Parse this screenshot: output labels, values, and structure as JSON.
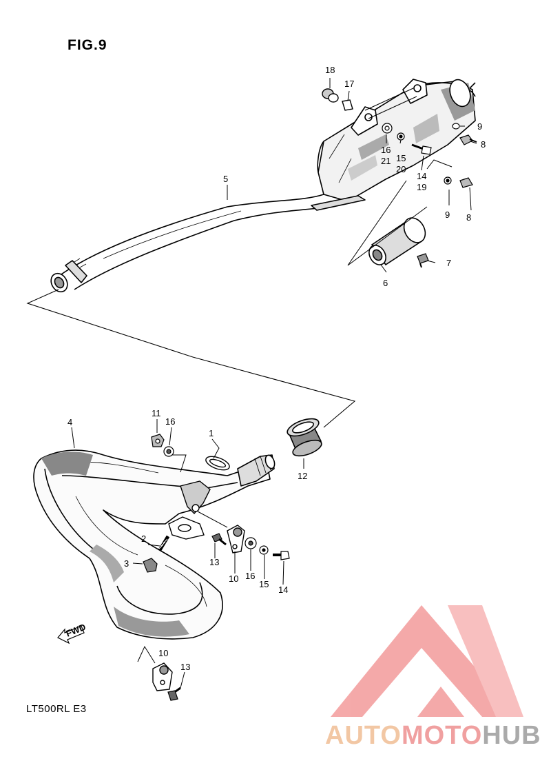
{
  "figure": {
    "title": "FIG.9",
    "model": "LT500RL  E3",
    "fwd_label": "FWD"
  },
  "callouts": {
    "c1": "1",
    "c2": "2",
    "c3": "3",
    "c4": "4",
    "c5": "5",
    "c6": "6",
    "c7": "7",
    "c8a": "8",
    "c8b": "8",
    "c9a": "9",
    "c9b": "9",
    "c10a": "10",
    "c10b": "10",
    "c11": "11",
    "c12": "12",
    "c13a": "13",
    "c13b": "13",
    "c14a": "14",
    "c14b": "14",
    "c15a": "15",
    "c15b": "15",
    "c16a": "16",
    "c16b": "16",
    "c16c": "16",
    "c17": "17",
    "c18": "18",
    "c19": "19",
    "c20": "20",
    "c21": "21"
  },
  "watermark": {
    "part1": "AUTO",
    "part2": "MOTO",
    "part3": "HUB",
    "colors": {
      "auto": "#f2c7a4",
      "moto": "#f0a0a0",
      "hub": "#aaaaaa",
      "logo": "#f28a8a"
    }
  }
}
